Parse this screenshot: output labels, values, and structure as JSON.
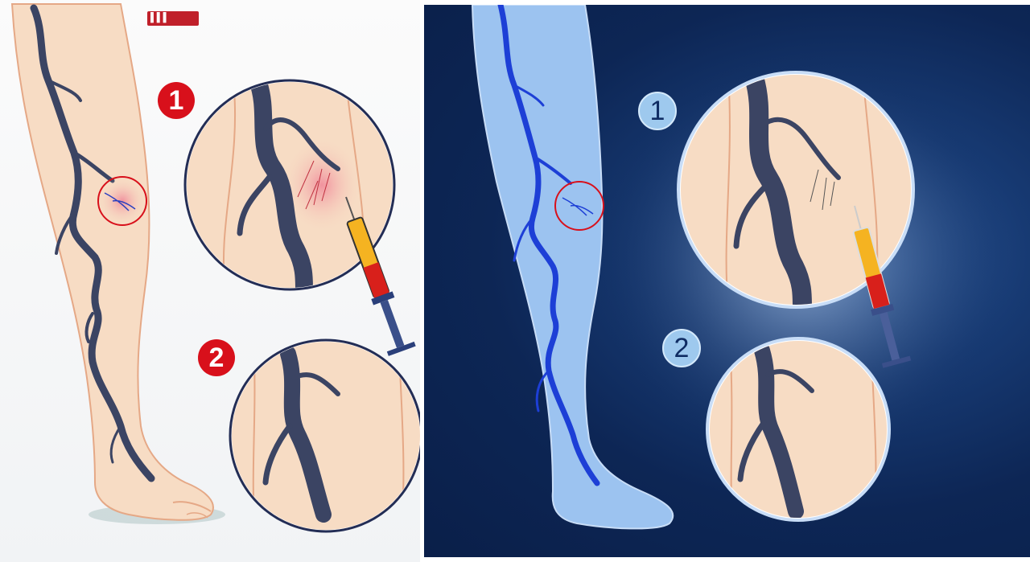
{
  "left_panel": {
    "step_labels": [
      "1",
      "2"
    ],
    "colors": {
      "skin": "#f7dcc4",
      "vein": "#3b4463",
      "badge": "#d8101b",
      "highlight_ring": "#d8101b"
    }
  },
  "right_panel": {
    "step_labels": [
      "1",
      "2"
    ],
    "colors": {
      "background": "#0d2655",
      "leg": "#9cc3f0",
      "vein": "#1d3fd6",
      "badge": "#9ec9ee"
    }
  },
  "icons": [
    "leg-illustration",
    "vein-icon",
    "magnifier-circle",
    "syringe-icon",
    "watermark-logo"
  ]
}
